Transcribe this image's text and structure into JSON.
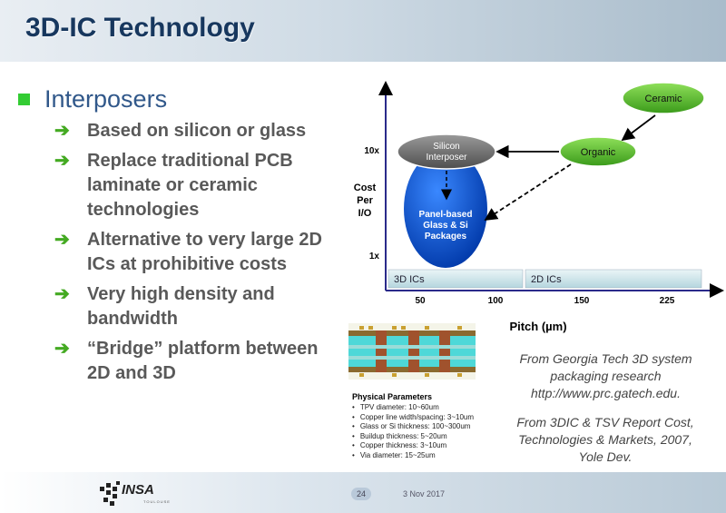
{
  "slide": {
    "title": "3D-IC Technology",
    "bullet_main": "Interposers",
    "sub_bullets": [
      "Based on silicon or glass",
      "Replace traditional PCB laminate or ceramic technologies",
      "Alternative to very large 2D ICs at prohibitive costs",
      "Very high density and bandwidth",
      "“Bridge” platform between 2D and 3D"
    ],
    "arrow_glyph": "➔"
  },
  "chart_data": {
    "type": "diagram",
    "ylabel": "Cost Per I/O",
    "ylabel_lines": [
      "Cost",
      "Per",
      "I/O"
    ],
    "xlabel": "Pitch (µm)",
    "y_ticks": [
      "10x",
      "1x"
    ],
    "x_ticks": [
      "50",
      "100",
      "150",
      "225"
    ],
    "nodes": {
      "ceramic": "Ceramic",
      "organic": "Organic",
      "silicon_interposer_l1": "Silicon",
      "silicon_interposer_l2": "Interposer",
      "panel_l1": "Panel-based",
      "panel_l2": "Glass & Si",
      "panel_l3": "Packages"
    },
    "regions": [
      "3D ICs",
      "2D ICs"
    ]
  },
  "params": {
    "title": "Physical Parameters",
    "items": [
      "TPV diameter: 10~60um",
      "Copper line width/spacing: 3~10um",
      "Glass or Si thickness: 100~300um",
      "Buildup thickness: 5~20um",
      "Copper thickness: 3~10um",
      "Via diameter: 15~25um"
    ]
  },
  "credits": {
    "line1": "From Georgia Tech 3D system",
    "line2": "packaging research",
    "line3": "http://www.prc.gatech.edu.",
    "line4": "From 3DIC & TSV Report Cost,",
    "line5": "Technologies & Markets, 2007,",
    "line6": "Yole Dev."
  },
  "footer": {
    "logo_text": "INSA",
    "logo_sub": "TOULOUSE",
    "page_number": "24",
    "date": "3 Nov 2017"
  },
  "colors": {
    "title": "#17375e",
    "bullet_green": "#33cc33",
    "arrow_green": "#44aa22",
    "node_green": "#66cc33",
    "node_blue": "#0055cc",
    "node_grey": "#666666"
  }
}
